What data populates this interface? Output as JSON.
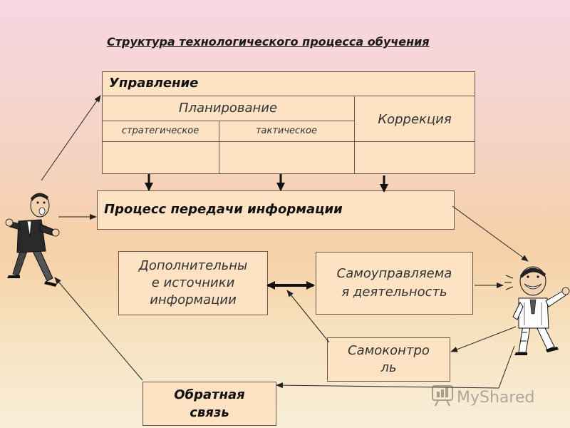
{
  "title": "Структура технологического процесса обучения",
  "management": {
    "heading": "Управление",
    "planning": "Планирование",
    "correction": "Коррекция",
    "strategic": "стратегическое",
    "tactical": "тактическое"
  },
  "process": "Процесс передачи информации",
  "additional_sources": {
    "line1": "Дополнительны",
    "line2": "е источники",
    "line3": "информации"
  },
  "self_managed": {
    "line1": "Самоуправляема",
    "line2": "я деятельность"
  },
  "self_control": {
    "line1": "Самоконтро",
    "line2": "ль"
  },
  "feedback": {
    "line1": "Обратная",
    "line2": "связь"
  },
  "watermark": "MyShared",
  "icons": [
    "teacher-figure-icon",
    "student-figure-icon",
    "myshared-logo-icon"
  ]
}
